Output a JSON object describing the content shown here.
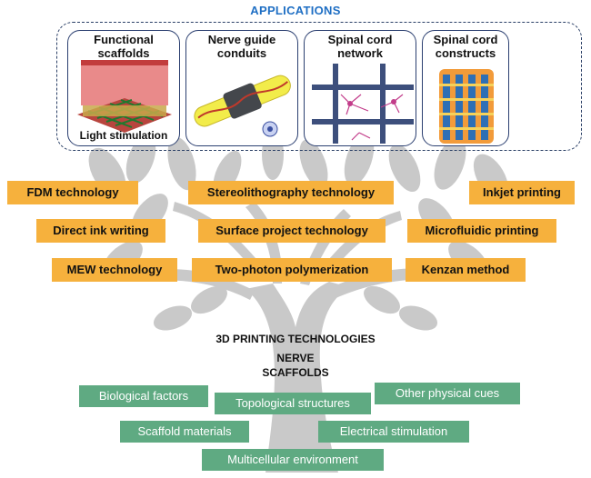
{
  "applications": {
    "title": "APPLICATIONS",
    "cards": [
      {
        "title": "Functional\nscaffolds",
        "caption": "Light stimulation"
      },
      {
        "title": "Nerve guide\nconduits"
      },
      {
        "title": "Spinal cord\nnetwork"
      },
      {
        "title": "Spinal cord\nconstructs"
      }
    ]
  },
  "technologies": [
    "FDM technology",
    "Stereolithography technology",
    "Inkjet printing",
    "Direct ink writing",
    "Surface project technology",
    "Microfluidic printing",
    "MEW technology",
    "Two-photon polymerization",
    "Kenzan method"
  ],
  "section_labels": {
    "technologies": "3D PRINTING TECHNOLOGIES",
    "scaffolds": "NERVE\nSCAFFOLDS"
  },
  "scaffold_factors": [
    "Biological factors",
    "Topological structures",
    "Other physical cues",
    "Scaffold materials",
    "Electrical stimulation",
    "Multicellular environment"
  ],
  "colors": {
    "tech_box": "#f6b13d",
    "factor_box": "#5faa82",
    "applications_title": "#1f6fc4",
    "tree": "#c8c8c8"
  }
}
